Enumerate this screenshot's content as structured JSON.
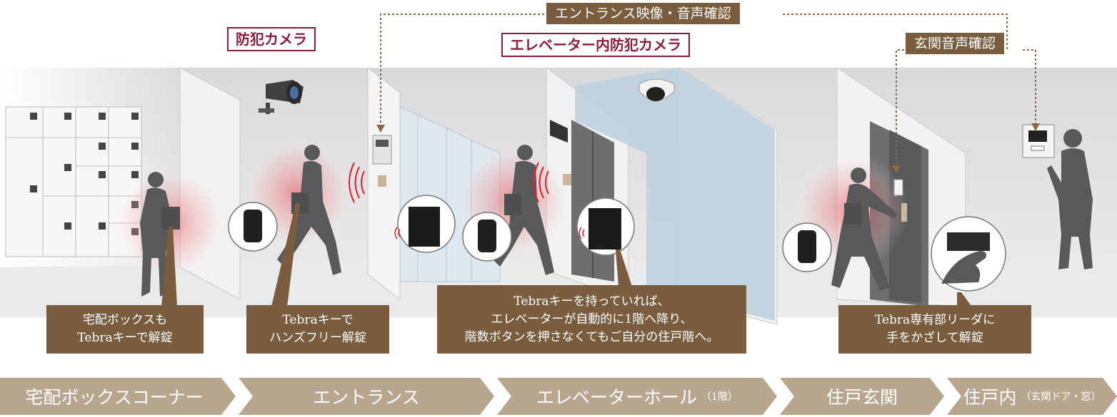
{
  "labels": {
    "security_camera": "防犯カメラ",
    "entrance_video_audio": "エントランス映像・音声確認",
    "elevator_camera": "エレベーター内防犯カメラ",
    "door_audio": "玄関音声確認"
  },
  "captions": {
    "delivery_box": [
      "宅配ボックスも",
      "Tebraキーで解錠"
    ],
    "entrance": [
      "Tebraキーで",
      "ハンズフリー解錠"
    ],
    "elevator": [
      "Tebraキーを持っていれば、",
      "エレベーターが自動的に1階へ降り、",
      "階数ボタンを押さなくてもご自分の住戸階へ。"
    ],
    "front_door": [
      "Tebra専有部リーダに",
      "手をかざして解錠"
    ]
  },
  "zones": [
    {
      "label": "宅配ボックスコーナー",
      "note": ""
    },
    {
      "label": "エントランス",
      "note": ""
    },
    {
      "label": "エレベーターホール",
      "note": "（1階）"
    },
    {
      "label": "住戸玄関",
      "note": ""
    },
    {
      "label": "住戸内",
      "note": "（玄関ドア・窓）"
    }
  ],
  "colors": {
    "accent_red": "#8b1d3a",
    "caption_brown": "#7a5d3e",
    "zone_tan": "#b8a68f",
    "wall_gray": "#cfd0d2",
    "silhouette": "#58595b",
    "signal_red": "#e0202a"
  }
}
